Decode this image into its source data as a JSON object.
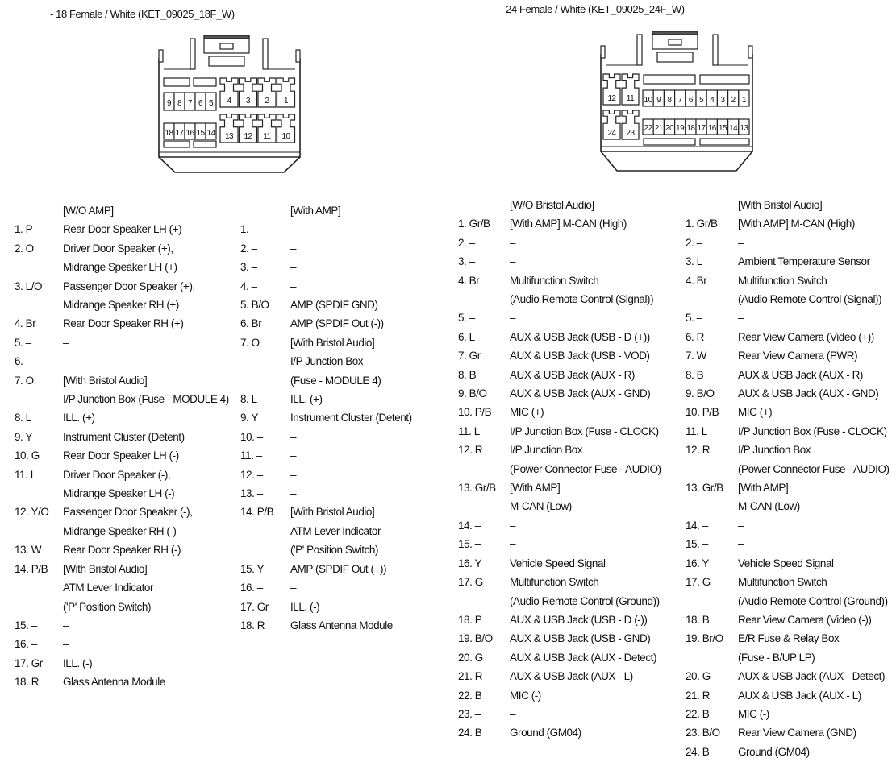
{
  "connectors": [
    {
      "title": "- 18 Female / White (KET_09025_18F_W)",
      "small_row_top": [
        "9",
        "8",
        "7",
        "6",
        "5"
      ],
      "small_row_bottom": [
        "18",
        "17",
        "16",
        "15",
        "14"
      ],
      "large_row_top": [
        "4",
        "3",
        "2",
        "1"
      ],
      "large_row_bottom": [
        "13",
        "12",
        "11",
        "10"
      ],
      "tables": [
        {
          "header": "[W/O AMP]",
          "rows": [
            {
              "pin": "1. P",
              "desc": [
                "Rear Door Speaker LH (+)"
              ]
            },
            {
              "pin": "2. O",
              "desc": [
                "Driver Door Speaker (+),",
                "Midrange Speaker LH (+)"
              ]
            },
            {
              "pin": "3. L/O",
              "desc": [
                "Passenger Door Speaker (+),",
                "Midrange Speaker RH (+)"
              ]
            },
            {
              "pin": "4. Br",
              "desc": [
                "Rear Door Speaker RH (+)"
              ]
            },
            {
              "pin": "5. –",
              "desc": [
                "–"
              ]
            },
            {
              "pin": "6. –",
              "desc": [
                "–"
              ]
            },
            {
              "pin": "7. O",
              "desc": [
                "[With Bristol Audio]",
                "I/P Junction Box (Fuse - MODULE 4)"
              ]
            },
            {
              "pin": "8. L",
              "desc": [
                "ILL. (+)"
              ]
            },
            {
              "pin": "9. Y",
              "desc": [
                "Instrument Cluster (Detent)"
              ]
            },
            {
              "pin": "10. G",
              "desc": [
                "Rear Door Speaker LH (-)"
              ]
            },
            {
              "pin": "11. L",
              "desc": [
                "Driver Door Speaker (-),",
                "Midrange Speaker LH (-)"
              ]
            },
            {
              "pin": "12. Y/O",
              "desc": [
                "Passenger Door Speaker (-),",
                "Midrange Speaker RH (-)"
              ]
            },
            {
              "pin": "13. W",
              "desc": [
                "Rear Door Speaker RH (-)"
              ]
            },
            {
              "pin": "14. P/B",
              "desc": [
                "[With Bristol Audio]",
                "ATM Lever Indicator",
                "('P' Position Switch)"
              ]
            },
            {
              "pin": "15. –",
              "desc": [
                "–"
              ]
            },
            {
              "pin": "16. –",
              "desc": [
                "–"
              ]
            },
            {
              "pin": "17. Gr",
              "desc": [
                "ILL. (-)"
              ]
            },
            {
              "pin": "18. R",
              "desc": [
                "Glass Antenna Module"
              ]
            }
          ]
        },
        {
          "header": "[With AMP]",
          "rows": [
            {
              "pin": "1. –",
              "desc": [
                "–"
              ]
            },
            {
              "pin": "2. –",
              "desc": [
                "–"
              ]
            },
            {
              "pin": "3. –",
              "desc": [
                "–"
              ]
            },
            {
              "pin": "4. –",
              "desc": [
                "–"
              ]
            },
            {
              "pin": "5. B/O",
              "desc": [
                "AMP (SPDIF GND)"
              ]
            },
            {
              "pin": "6. Br",
              "desc": [
                "AMP (SPDIF Out (-))"
              ]
            },
            {
              "pin": "7. O",
              "desc": [
                "[With Bristol Audio]",
                "I/P Junction Box",
                "(Fuse - MODULE 4)"
              ]
            },
            {
              "pin": "8. L",
              "desc": [
                "ILL. (+)"
              ]
            },
            {
              "pin": "9. Y",
              "desc": [
                "Instrument Cluster (Detent)"
              ]
            },
            {
              "pin": "10. –",
              "desc": [
                "–"
              ]
            },
            {
              "pin": "11. –",
              "desc": [
                "–"
              ]
            },
            {
              "pin": "12. –",
              "desc": [
                "–"
              ]
            },
            {
              "pin": "13. –",
              "desc": [
                "–"
              ]
            },
            {
              "pin": "14. P/B",
              "desc": [
                "[With Bristol Audio]",
                "ATM Lever Indicator",
                "('P' Position Switch)"
              ]
            },
            {
              "pin": "15. Y",
              "desc": [
                "AMP (SPDIF Out (+))"
              ]
            },
            {
              "pin": "16. –",
              "desc": [
                "–"
              ]
            },
            {
              "pin": "17. Gr",
              "desc": [
                "ILL. (-)"
              ]
            },
            {
              "pin": "18. R",
              "desc": [
                "Glass Antenna Module"
              ]
            }
          ]
        }
      ]
    },
    {
      "title": "- 24 Female / White (KET_09025_24F_W)",
      "large_row_top": [
        "12",
        "11"
      ],
      "large_row_bottom": [
        "24",
        "23"
      ],
      "small_row_top": [
        "10",
        "9",
        "8",
        "7",
        "6",
        "5",
        "4",
        "3",
        "2",
        "1"
      ],
      "small_row_bottom": [
        "22",
        "21",
        "20",
        "19",
        "18",
        "17",
        "16",
        "15",
        "14",
        "13"
      ],
      "tables": [
        {
          "header": "[W/O Bristol Audio]",
          "rows": [
            {
              "pin": "1. Gr/B",
              "desc": [
                "[With AMP] M-CAN (High)"
              ]
            },
            {
              "pin": "2. –",
              "desc": [
                "–"
              ]
            },
            {
              "pin": "3. –",
              "desc": [
                "–"
              ]
            },
            {
              "pin": "4. Br",
              "desc": [
                "Multifunction Switch",
                "(Audio Remote Control (Signal))"
              ]
            },
            {
              "pin": "5. –",
              "desc": [
                "–"
              ]
            },
            {
              "pin": "6. L",
              "desc": [
                "AUX & USB Jack (USB - D (+))"
              ]
            },
            {
              "pin": "7. Gr",
              "desc": [
                "AUX & USB Jack (USB - VOD)"
              ]
            },
            {
              "pin": "8. B",
              "desc": [
                "AUX & USB Jack (AUX - R)"
              ]
            },
            {
              "pin": "9. B/O",
              "desc": [
                "AUX & USB Jack (AUX - GND)"
              ]
            },
            {
              "pin": "10. P/B",
              "desc": [
                "MIC (+)"
              ]
            },
            {
              "pin": "11. L",
              "desc": [
                "I/P Junction Box (Fuse - CLOCK)"
              ]
            },
            {
              "pin": "12. R",
              "desc": [
                "I/P Junction Box",
                "(Power Connector Fuse - AUDIO)"
              ]
            },
            {
              "pin": "13. Gr/B",
              "desc": [
                "[With AMP]",
                "M-CAN (Low)"
              ]
            },
            {
              "pin": "14. –",
              "desc": [
                "–"
              ]
            },
            {
              "pin": "15. –",
              "desc": [
                "–"
              ]
            },
            {
              "pin": "16. Y",
              "desc": [
                "Vehicle Speed Signal"
              ]
            },
            {
              "pin": "17. G",
              "desc": [
                "Multifunction Switch",
                "(Audio Remote Control (Ground))"
              ]
            },
            {
              "pin": "18. P",
              "desc": [
                "AUX & USB Jack (USB - D (-))"
              ]
            },
            {
              "pin": "19. B/O",
              "desc": [
                "AUX & USB Jack (USB - GND)"
              ]
            },
            {
              "pin": "20. G",
              "desc": [
                "AUX & USB Jack (AUX - Detect)"
              ]
            },
            {
              "pin": "21. R",
              "desc": [
                "AUX & USB Jack (AUX - L)"
              ]
            },
            {
              "pin": "22. B",
              "desc": [
                "MIC (-)"
              ]
            },
            {
              "pin": "23. –",
              "desc": [
                "–"
              ]
            },
            {
              "pin": "24. B",
              "desc": [
                "Ground (GM04)"
              ]
            }
          ]
        },
        {
          "header": "[With Bristol Audio]",
          "rows": [
            {
              "pin": "1. Gr/B",
              "desc": [
                "[With AMP] M-CAN (High)"
              ]
            },
            {
              "pin": "2. –",
              "desc": [
                "–"
              ]
            },
            {
              "pin": "3. L",
              "desc": [
                "Ambient Temperature Sensor"
              ]
            },
            {
              "pin": "4. Br",
              "desc": [
                "Multifunction Switch",
                "(Audio Remote Control (Signal))"
              ]
            },
            {
              "pin": "5. –",
              "desc": [
                "–"
              ]
            },
            {
              "pin": "6. R",
              "desc": [
                "Rear View Camera (Video (+))"
              ]
            },
            {
              "pin": "7. W",
              "desc": [
                "Rear View Camera (PWR)"
              ]
            },
            {
              "pin": "8. B",
              "desc": [
                "AUX & USB Jack (AUX - R)"
              ]
            },
            {
              "pin": "9. B/O",
              "desc": [
                "AUX & USB Jack (AUX - GND)"
              ]
            },
            {
              "pin": "10. P/B",
              "desc": [
                "MIC (+)"
              ]
            },
            {
              "pin": "11. L",
              "desc": [
                "I/P Junction Box (Fuse - CLOCK)"
              ]
            },
            {
              "pin": "12. R",
              "desc": [
                "I/P Junction Box",
                "(Power Connector Fuse - AUDIO)"
              ]
            },
            {
              "pin": "13. Gr/B",
              "desc": [
                "[With AMP]",
                "M-CAN (Low)"
              ]
            },
            {
              "pin": "14. –",
              "desc": [
                "–"
              ]
            },
            {
              "pin": "15. –",
              "desc": [
                "–"
              ]
            },
            {
              "pin": "16. Y",
              "desc": [
                "Vehicle Speed Signal"
              ]
            },
            {
              "pin": "17. G",
              "desc": [
                "Multifunction Switch",
                "(Audio Remote Control (Ground))"
              ]
            },
            {
              "pin": "18. B",
              "desc": [
                "Rear View Camera (Video (-))"
              ]
            },
            {
              "pin": "19. Br/O",
              "desc": [
                "E/R Fuse & Relay Box",
                "(Fuse - B/UP LP)"
              ]
            },
            {
              "pin": "20. G",
              "desc": [
                "AUX & USB Jack (AUX - Detect)"
              ]
            },
            {
              "pin": "21. R",
              "desc": [
                "AUX & USB Jack (AUX - L)"
              ]
            },
            {
              "pin": "22. B",
              "desc": [
                "MIC (-)"
              ]
            },
            {
              "pin": "23. B/O",
              "desc": [
                "Rear View Camera (GND)"
              ]
            },
            {
              "pin": "24. B",
              "desc": [
                "Ground (GM04)"
              ]
            }
          ]
        }
      ]
    }
  ]
}
